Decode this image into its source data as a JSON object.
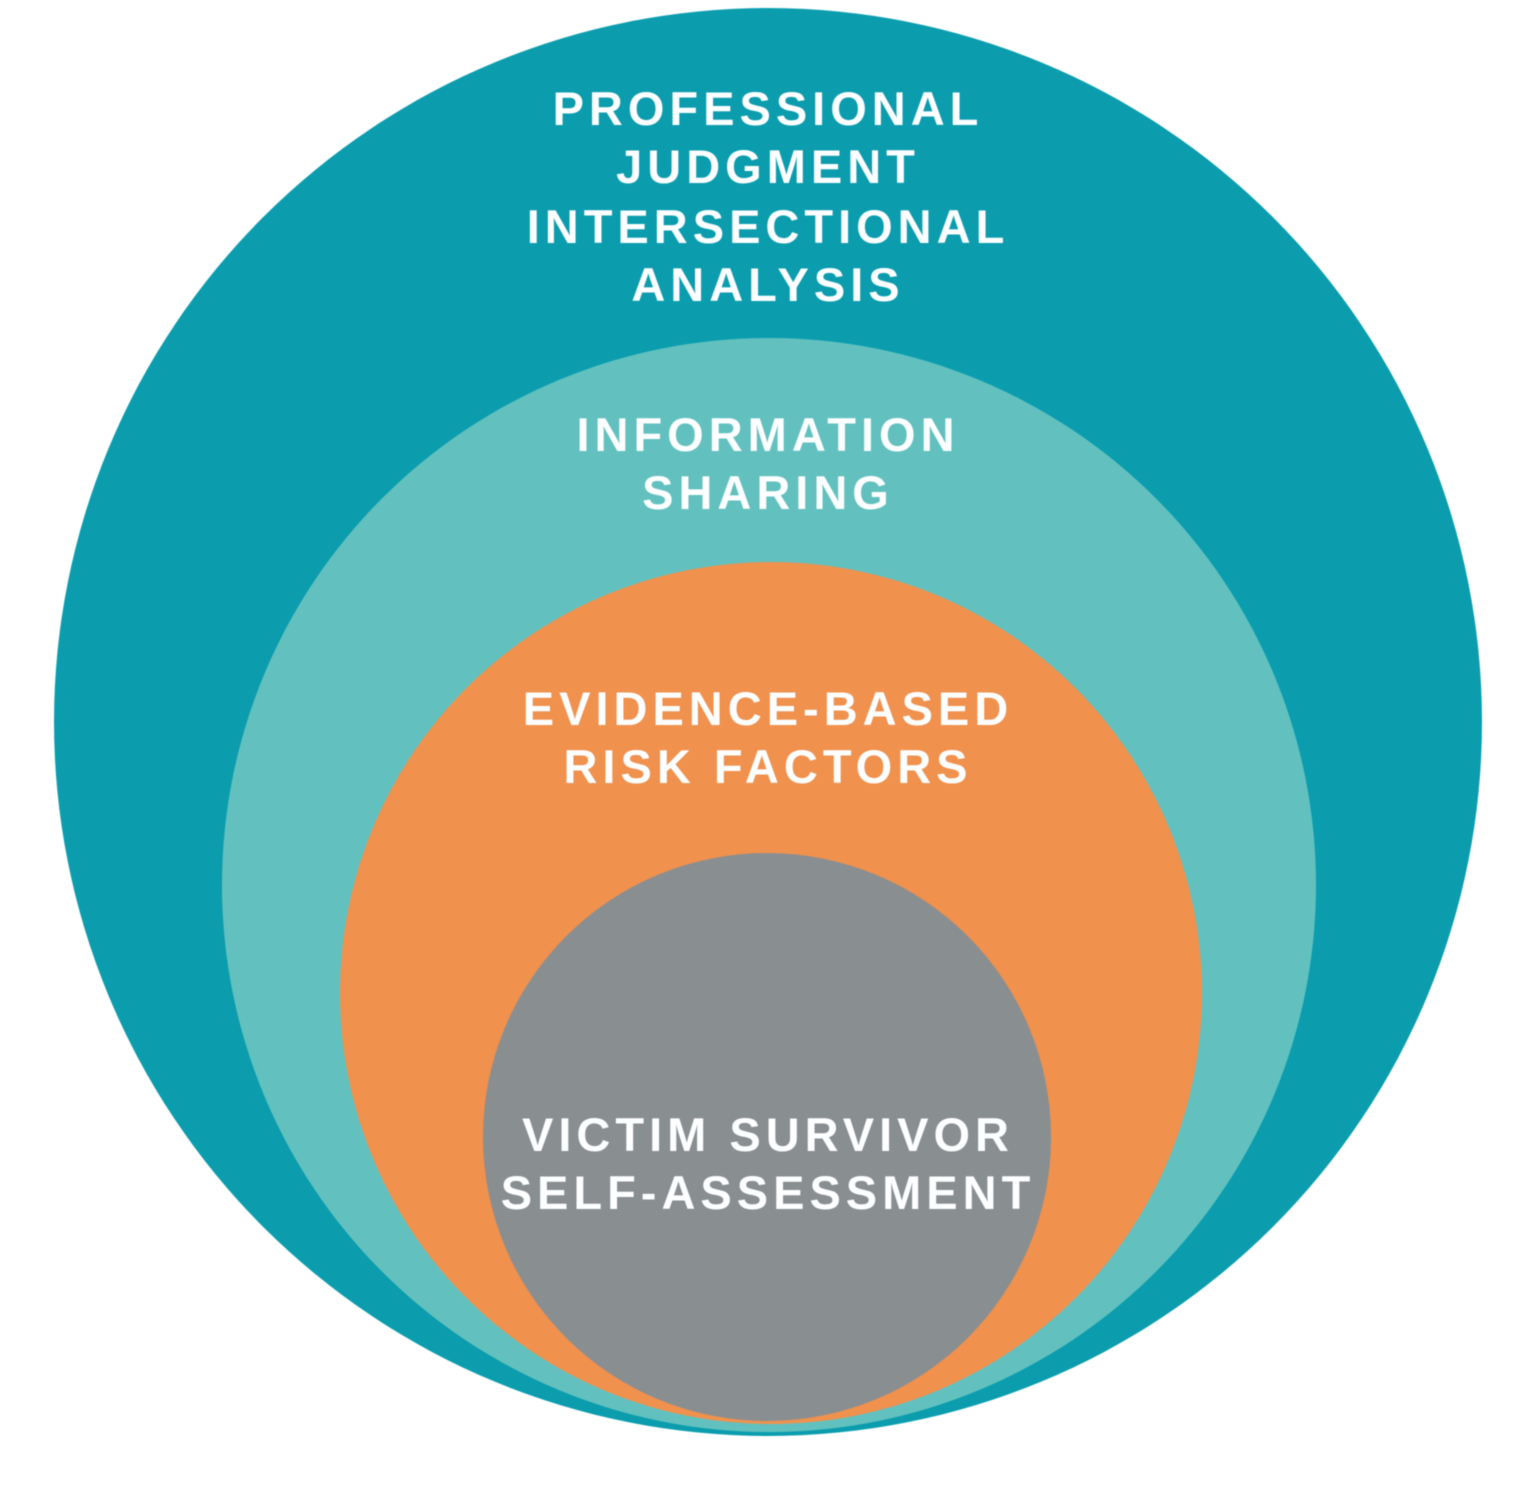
{
  "diagram": {
    "type": "nested-circles",
    "background_color": "#ffffff",
    "text_color": "#fdfeff",
    "rings": [
      {
        "name": "professional-judgment-intersectional-analysis",
        "color": "#0b9dae",
        "labels": [
          {
            "lines": [
              "PROFESSIONAL",
              "JUDGMENT"
            ]
          },
          {
            "lines": [
              "INTERSECTIONAL",
              "ANALYSIS"
            ]
          }
        ]
      },
      {
        "name": "information-sharing",
        "color": "#62c1bf",
        "labels": [
          {
            "lines": [
              "INFORMATION",
              "SHARING"
            ]
          }
        ]
      },
      {
        "name": "evidence-based-risk-factors",
        "color": "#f0914e",
        "labels": [
          {
            "lines": [
              "EVIDENCE-BASED",
              "RISK FACTORS"
            ]
          }
        ]
      },
      {
        "name": "victim-survivor-self-assessment",
        "color": "#898e91",
        "labels": [
          {
            "lines": [
              "VICTIM SURVIVOR",
              "SELF-ASSESSMENT"
            ]
          }
        ]
      }
    ]
  }
}
